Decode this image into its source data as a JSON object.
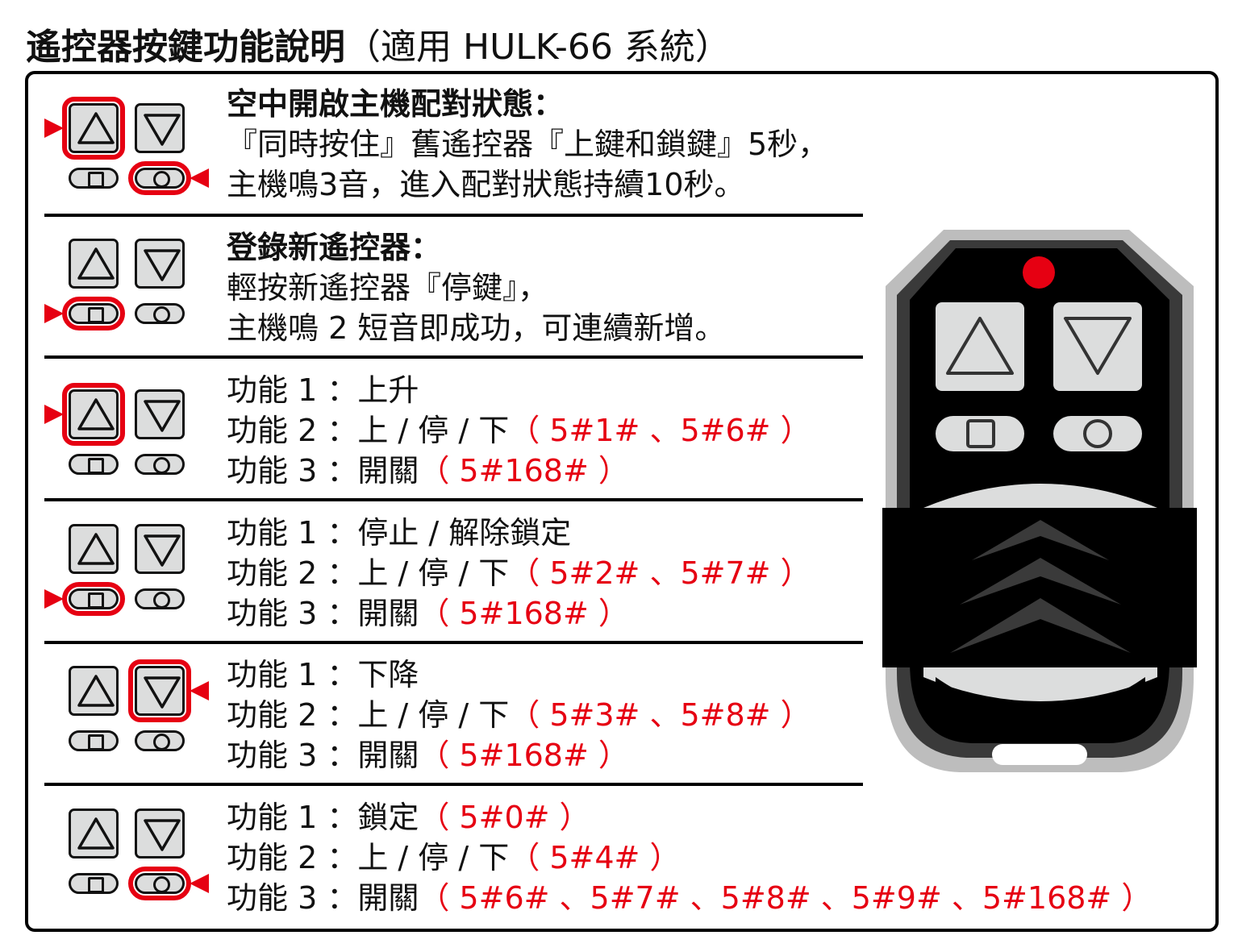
{
  "title": {
    "main": "遙控器按鍵功能說明",
    "sub": "（適用 HULK-66 系統）"
  },
  "colors": {
    "accent": "#e60012",
    "button": "#dcdddd"
  },
  "rows": [
    {
      "highlight": [
        "up",
        "lock"
      ],
      "heading": "空中開啟主機配對狀態：",
      "lines": [
        [
          {
            "t": "『同時按住』舊遙控器『上鍵和鎖鍵』5秒，"
          }
        ],
        [
          {
            "t": "主機鳴3音，進入配對狀態持續10秒。"
          }
        ]
      ]
    },
    {
      "highlight": [
        "stop"
      ],
      "heading": "登錄新遙控器：",
      "lines": [
        [
          {
            "t": "輕按新遙控器『停鍵』，"
          }
        ],
        [
          {
            "t": "主機鳴 2 短音即成功，可連續新增。"
          }
        ]
      ]
    },
    {
      "highlight": [
        "up"
      ],
      "lines": [
        [
          {
            "t": "功能 1 ：上升"
          }
        ],
        [
          {
            "t": "功能 2 ：上 / 停 / 下"
          },
          {
            "t": "（ 5#1# 、5#6# ）",
            "r": 1
          }
        ],
        [
          {
            "t": "功能 3 ：開關"
          },
          {
            "t": "（ 5#168# ）",
            "r": 1
          }
        ]
      ]
    },
    {
      "highlight": [
        "stop"
      ],
      "lines": [
        [
          {
            "t": "功能 1 ：停止 / 解除鎖定"
          }
        ],
        [
          {
            "t": "功能 2 ：上 / 停 / 下"
          },
          {
            "t": "（ 5#2# 、5#7# ）",
            "r": 1
          }
        ],
        [
          {
            "t": "功能 3 ：開關"
          },
          {
            "t": "（ 5#168# ）",
            "r": 1
          }
        ]
      ]
    },
    {
      "highlight": [
        "down"
      ],
      "lines": [
        [
          {
            "t": "功能 1 ：下降"
          }
        ],
        [
          {
            "t": "功能 2 ：上 / 停 / 下"
          },
          {
            "t": "（ 5#3# 、5#8# ）",
            "r": 1
          }
        ],
        [
          {
            "t": "功能 3 ：開關"
          },
          {
            "t": "（ 5#168# ）",
            "r": 1
          }
        ]
      ]
    },
    {
      "highlight": [
        "lock"
      ],
      "lines": [
        [
          {
            "t": "功能 1 ：鎖定"
          },
          {
            "t": "（ 5#0# ）",
            "r": 1
          }
        ],
        [
          {
            "t": "功能 2 ：上 / 停 / 下"
          },
          {
            "t": "（ 5#4# ）",
            "r": 1
          }
        ],
        [
          {
            "t": "功能 3 ：開關"
          },
          {
            "t": "（ 5#6# 、5#7# 、5#8# 、5#9# 、5#168# ）",
            "r": 1
          }
        ]
      ]
    }
  ]
}
